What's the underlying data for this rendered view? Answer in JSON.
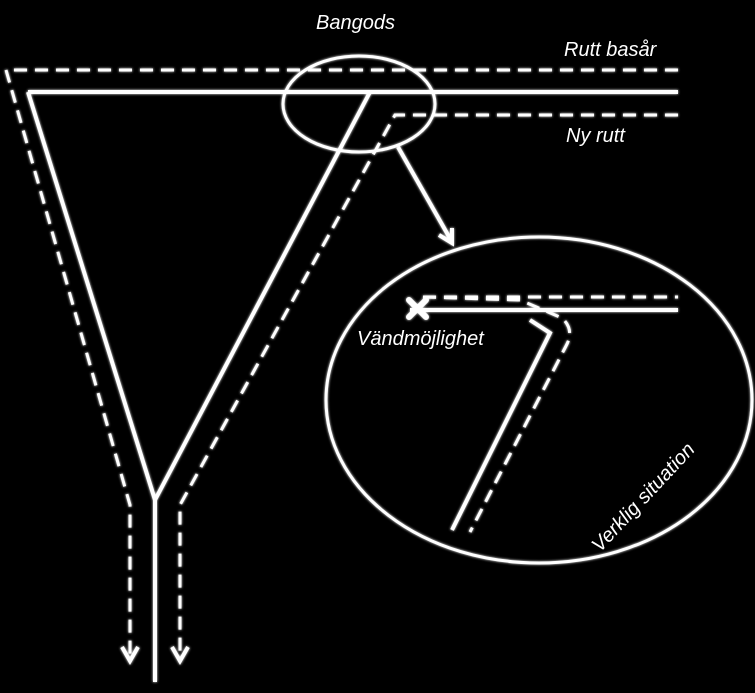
{
  "labels": {
    "bangods": "Bangods",
    "rutt_basar": "Rutt basår",
    "ny_rutt": "Ny rutt",
    "vandmojlighet": "Vändmöjlighet",
    "verklig_situation": "Verklig situation"
  },
  "colors": {
    "background": "#000000",
    "lines": "#ffffff"
  }
}
